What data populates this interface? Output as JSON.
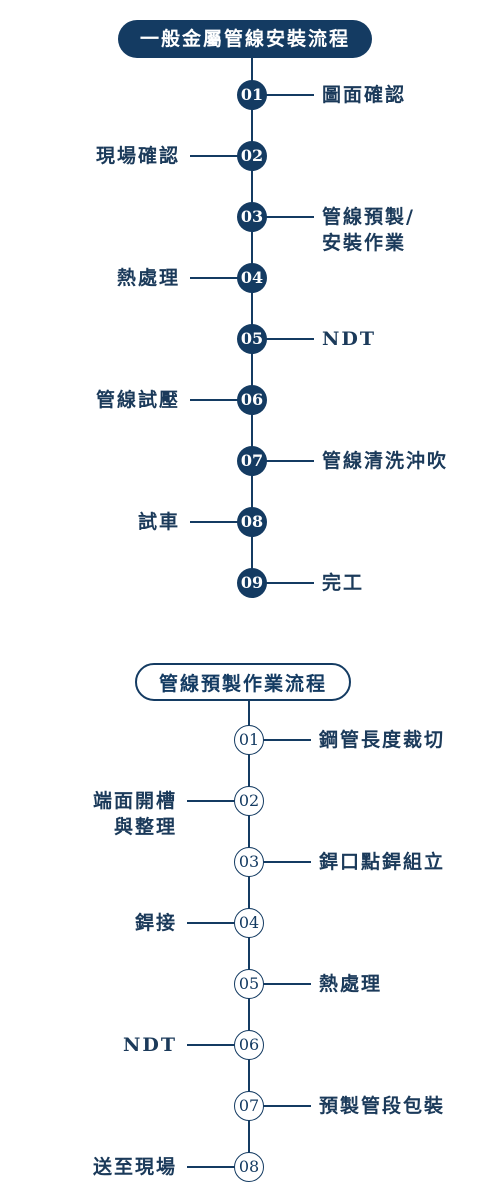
{
  "flows": [
    {
      "title": "一般金屬管線安裝流程",
      "style": "filled",
      "steps": [
        {
          "num": "01",
          "label": "圖面確認",
          "side": "right"
        },
        {
          "num": "02",
          "label": "現場確認",
          "side": "left"
        },
        {
          "num": "03",
          "label": "管線預製/\n安裝作業",
          "side": "right"
        },
        {
          "num": "04",
          "label": "熱處理",
          "side": "left"
        },
        {
          "num": "05",
          "label": "NDT",
          "side": "right"
        },
        {
          "num": "06",
          "label": "管線試壓",
          "side": "left"
        },
        {
          "num": "07",
          "label": "管線清洗沖吹",
          "side": "right"
        },
        {
          "num": "08",
          "label": "試車",
          "side": "left"
        },
        {
          "num": "09",
          "label": "完工",
          "side": "right"
        }
      ]
    },
    {
      "title": "管線預製作業流程",
      "style": "outlined",
      "steps": [
        {
          "num": "01",
          "label": "鋼管長度裁切",
          "side": "right"
        },
        {
          "num": "02",
          "label": "端面開槽\n與整理",
          "side": "left"
        },
        {
          "num": "03",
          "label": "銲口點銲組立",
          "side": "right"
        },
        {
          "num": "04",
          "label": "銲接",
          "side": "left"
        },
        {
          "num": "05",
          "label": "熱處理",
          "side": "right"
        },
        {
          "num": "06",
          "label": "NDT",
          "side": "left"
        },
        {
          "num": "07",
          "label": "預製管段包裝",
          "side": "right"
        },
        {
          "num": "08",
          "label": "送至現場",
          "side": "left"
        }
      ]
    }
  ],
  "colors": {
    "primary": "#143b62",
    "text": "#1b3a5a",
    "background": "#ffffff"
  }
}
